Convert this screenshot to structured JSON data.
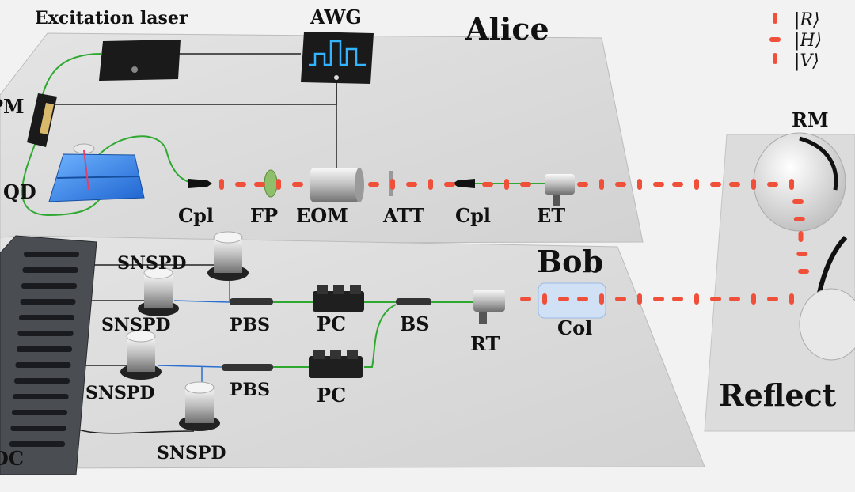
{
  "title_labels": {
    "alice": "Alice",
    "bob": "Bob",
    "reflector": "Reflect"
  },
  "alice": {
    "excitation_laser": "Excitation laser",
    "awg": "AWG",
    "pm": "PM",
    "qd": "QD",
    "cpl_1": "Cpl",
    "fp": "FP",
    "eom": "EOM",
    "att": "ATT",
    "cpl_2": "Cpl",
    "et": "ET"
  },
  "reflector": {
    "rm": "RM"
  },
  "bob": {
    "dc": "DC",
    "snspd_1": "SNSPD",
    "snspd_2": "SNSPD",
    "snspd_3": "SNSPD",
    "snspd_4": "SNSPD",
    "pbs_1": "PBS",
    "pbs_2": "PBS",
    "pc_1": "PC",
    "pc_2": "PC",
    "bs": "BS",
    "rt": "RT",
    "col": "Col"
  },
  "legend": {
    "r": "|R⟩",
    "h": "|H⟩",
    "v": "|V⟩"
  },
  "colors": {
    "photon": "#f0503a",
    "fiber_green": "#2fa830",
    "fiber_blue": "#2a6fd0",
    "qd_blue": "#3a8ef0"
  }
}
